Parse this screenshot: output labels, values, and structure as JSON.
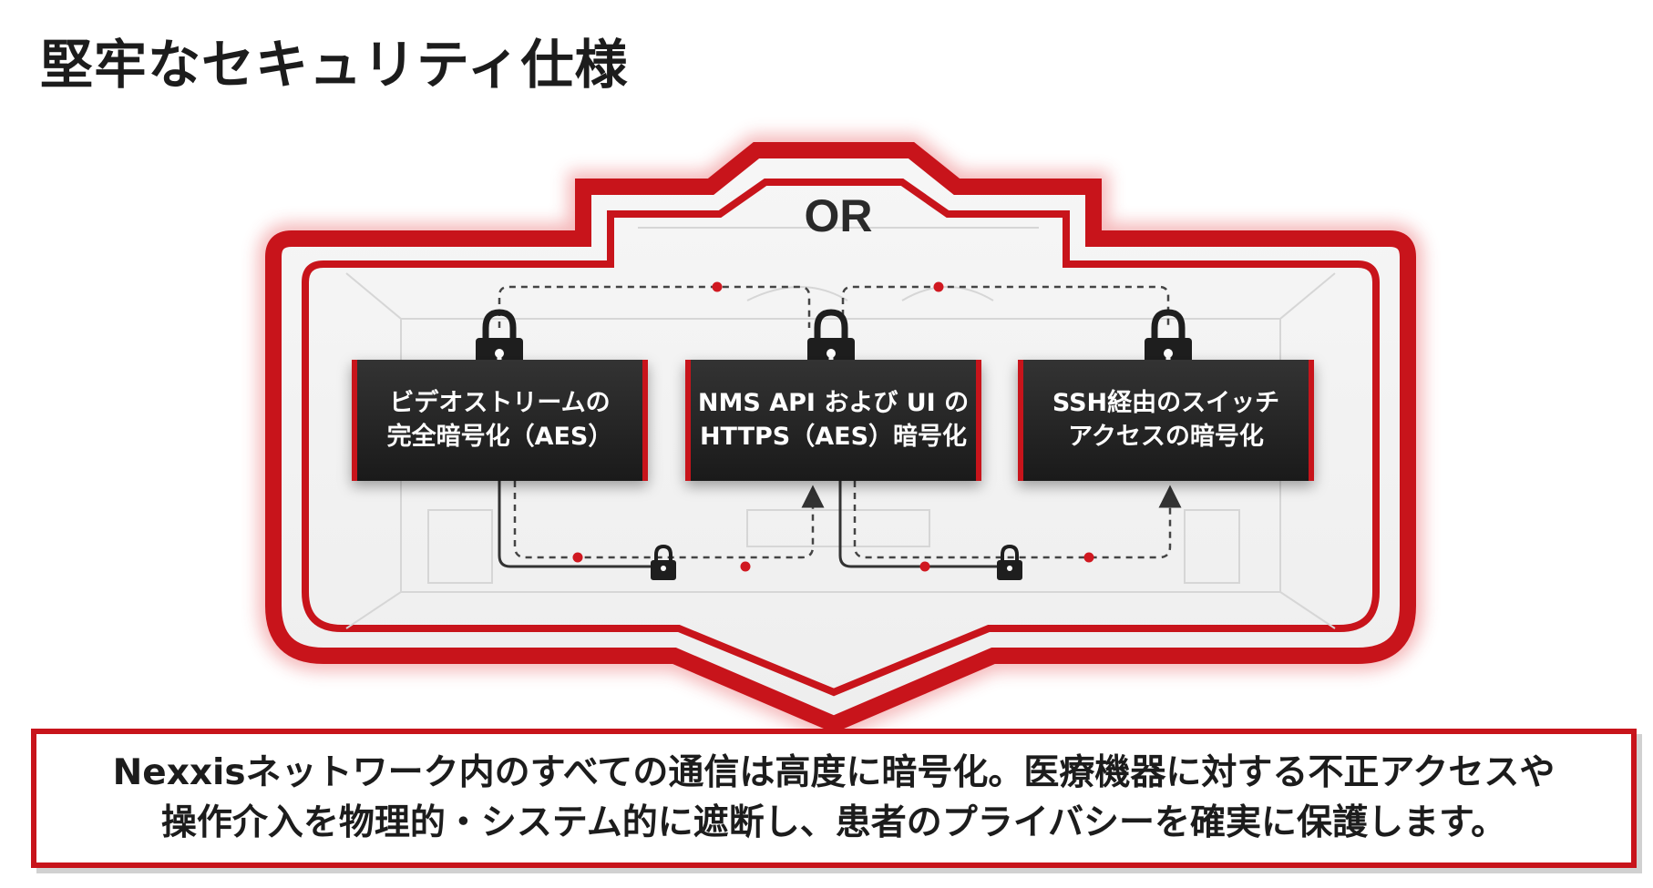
{
  "page": {
    "title": "堅牢なセキュリティ仕様"
  },
  "diagram": {
    "shield_label": "OR",
    "boxes": [
      {
        "id": "video",
        "label": "ビデオストリームの\n完全暗号化（AES）"
      },
      {
        "id": "nms",
        "label": "NMS API および UI の\nHTTPS（AES）暗号化"
      },
      {
        "id": "ssh",
        "label": "SSH経由のスイッチ\nアクセスの暗号化"
      }
    ],
    "icons": [
      "lock-icon"
    ],
    "colors": {
      "accent": "#c8141b",
      "box_bg": "#222222",
      "text_dark": "#1c1c1c"
    }
  },
  "summary": {
    "text": "Nexxisネットワーク内のすべての通信は高度に暗号化。医療機器に対する不正アクセスや\n操作介入を物理的・システム的に遮断し、患者のプライバシーを確実に保護します。"
  }
}
